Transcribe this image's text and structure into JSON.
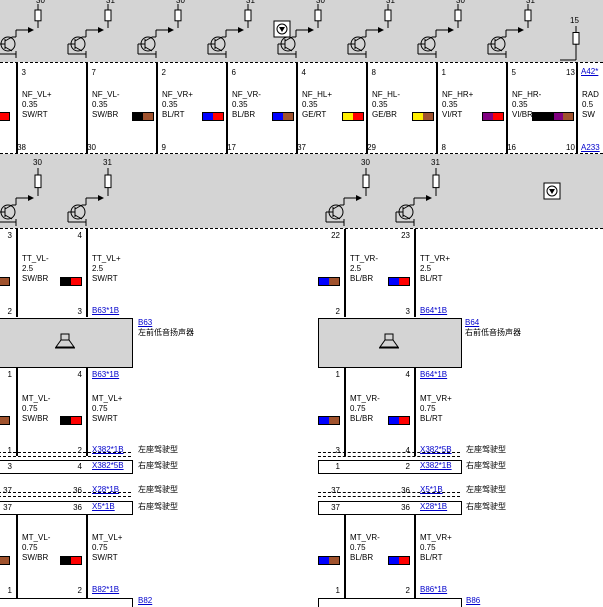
{
  "amp": {
    "top_terms": [
      "30",
      "31",
      "30",
      "31",
      "30",
      "31",
      "30",
      "31",
      "15"
    ],
    "pins": [
      {
        "top": "3",
        "label": "NF_VL+\n0.35\nSW/RT",
        "bottom": "38",
        "c1": "#000000",
        "c2": "#ff0000"
      },
      {
        "top": "7",
        "label": "NF_VL-\n0.35\nSW/BR",
        "bottom": "30",
        "c1": "#000000",
        "c2": "#a0522d"
      },
      {
        "top": "2",
        "label": "NF_VR+\n0.35\nBL/RT",
        "bottom": "9",
        "c1": "#0000ff",
        "c2": "#ff0000"
      },
      {
        "top": "6",
        "label": "NF_VR-\n0.35\nBL/BR",
        "bottom": "17",
        "c1": "#0000ff",
        "c2": "#a0522d"
      },
      {
        "top": "4",
        "label": "NF_HL+\n0.35\nGE/RT",
        "bottom": "37",
        "c1": "#ffee00",
        "c2": "#ff0000"
      },
      {
        "top": "8",
        "label": "NF_HL-\n0.35\nGE/BR",
        "bottom": "29",
        "c1": "#ffee00",
        "c2": "#a0522d"
      },
      {
        "top": "1",
        "label": "NF_HR+\n0.35\nVI/RT",
        "bottom": "8",
        "c1": "#800080",
        "c2": "#ff0000"
      },
      {
        "top": "5",
        "label": "NF_HR-\n0.35\nVI/BR",
        "bottom": "16",
        "c1": "#800080",
        "c2": "#a0522d"
      },
      {
        "top": "13",
        "label": "RAD\n0.5\nSW",
        "bottom": "10",
        "c1": "#000000",
        "c2": "#000000"
      }
    ],
    "ref_top": "A42*",
    "ref_bot": "A233"
  },
  "tw": {
    "terms": [
      "30",
      "31",
      "30",
      "31"
    ],
    "left": {
      "pin_a": "3",
      "pin_b": "4",
      "label_a": "TT_VL-\n2.5\nSW/BR",
      "label_b": "TT_VL+\n2.5\nSW/RT",
      "bot_a": "2",
      "bot_b": "3",
      "conn": "B63*1B",
      "comp": "B63",
      "comp_name": "左前低音扬声器"
    },
    "right": {
      "pin_a": "22",
      "pin_b": "23",
      "label_a": "TT_VR-\n2.5\nBL/BR",
      "label_b": "TT_VR+\n2.5\nBL/RT",
      "bot_a": "2",
      "bot_b": "3",
      "conn": "B64*1B",
      "comp": "B64",
      "comp_name": "右前低音扬声器"
    }
  },
  "mt": {
    "left": {
      "top_a": "1",
      "top_b": "4",
      "conn": "B63*1B",
      "label_a": "MT_VL-\n0.75\nSW/BR",
      "label_b": "MT_VL+\n0.75\nSW/RT",
      "rows": [
        {
          "a": "1",
          "b": "2",
          "conn": "X382*1B",
          "desc": "左座驾驶型"
        },
        {
          "a": "3",
          "b": "4",
          "conn": "X382*5B",
          "desc": "右座驾驶型"
        },
        {
          "a": "37",
          "b": "36",
          "conn": "X28*1B",
          "desc": "左座驾驶型"
        },
        {
          "a": "37",
          "b": "36",
          "conn": "X5*1B",
          "desc": "右座驾驶型"
        }
      ],
      "label_c": "MT_VL-\n0.75\nSW/BR",
      "label_d": "MT_VL+\n0.75\nSW/RT",
      "bot_a": "1",
      "bot_b": "2",
      "bot_conn": "B82*1B",
      "bot_comp": "B82"
    },
    "right": {
      "top_a": "1",
      "top_b": "4",
      "conn": "B64*1B",
      "label_a": "MT_VR-\n0.75\nBL/BR",
      "label_b": "MT_VR+\n0.75\nBL/RT",
      "rows": [
        {
          "a": "3",
          "b": "4",
          "conn": "X382*5B",
          "desc": "左座驾驶型"
        },
        {
          "a": "1",
          "b": "2",
          "conn": "X382*1B",
          "desc": "右座驾驶型"
        },
        {
          "a": "37",
          "b": "36",
          "conn": "X5*1B",
          "desc": "左座驾驶型"
        },
        {
          "a": "37",
          "b": "36",
          "conn": "X28*1B",
          "desc": "右座驾驶型"
        }
      ],
      "label_c": "MT_VR-\n0.75\nBL/BR",
      "label_d": "MT_VR+\n0.75\nBL/RT",
      "bot_a": "1",
      "bot_b": "2",
      "bot_conn": "B86*1B",
      "bot_comp": "B86"
    }
  },
  "colors": {
    "ctrl": "#d4d4d4",
    "link": "#0000cc",
    "brown": "#a0522d",
    "red": "#ff0000",
    "blue": "#0000ff",
    "black": "#000000"
  }
}
